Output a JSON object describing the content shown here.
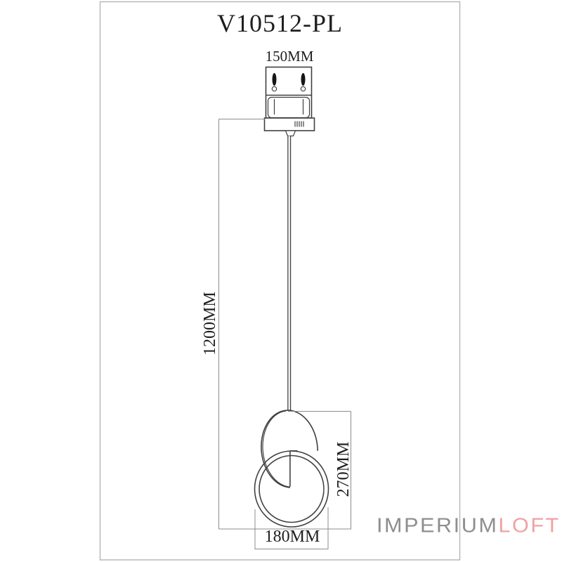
{
  "drawing": {
    "model": "V10512-PL",
    "dimensions": {
      "canopy_width": "150MM",
      "suspension_length": "1200MM",
      "shade_height": "270MM",
      "shade_width": "180MM"
    },
    "watermark": {
      "brand_gray": "IMPERIUM",
      "brand_accent": "LOFT"
    },
    "colors": {
      "line": "#404040",
      "dim_line": "#8c8c8c",
      "text": "#1f1f1f",
      "frame": "#b5b5b5",
      "watermark_gray": "#8e8e8e",
      "watermark_accent": "#f0a2a2",
      "slot_fill": "#161616",
      "cable_fill": "#ececec"
    }
  }
}
